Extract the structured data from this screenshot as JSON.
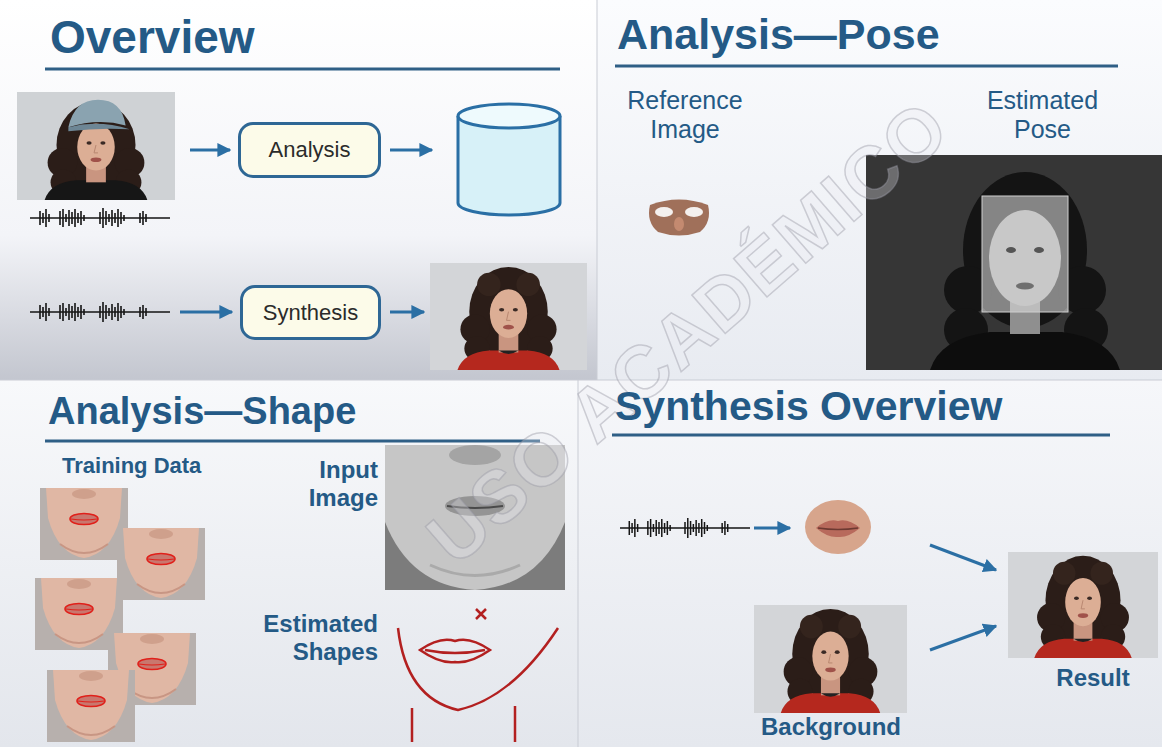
{
  "diagram": {
    "nodes": [
      {
        "text": [
          "Overview"
        ]
      },
      {
        "text": [
          "Analysis—Pose"
        ]
      },
      {
        "text": [
          "Analysis—Shape"
        ]
      },
      {
        "text": [
          "Synthesis Overview"
        ]
      },
      {
        "text": [
          "Analysis"
        ],
        "in": 0
      },
      {
        "text": [
          "Synthesis"
        ],
        "in": 0
      }
    ],
    "labels": [
      "Reference Image",
      "Estimated Pose",
      "Training Data",
      "Input Image",
      "Estimated Shapes",
      "Background",
      "Result",
      "USO ACADÉMICO"
    ]
  }
}
